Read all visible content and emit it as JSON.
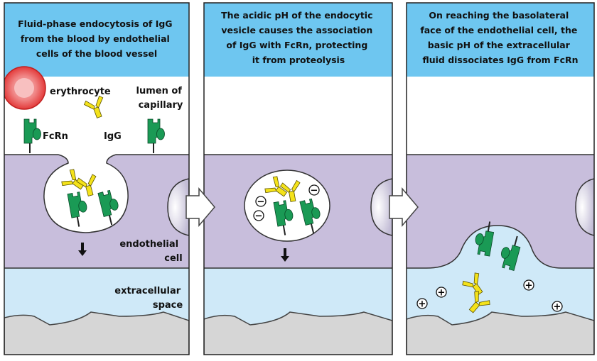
{
  "panels": [
    {
      "header_lines": [
        "Fluid-phase endocytosis of IgG",
        "from the blood by endothelial",
        "cells of the blood vessel"
      ]
    },
    {
      "header_lines": [
        "The acidic pH of the endocytic",
        "vesicle causes the association",
        "of IgG with FcRn, protecting",
        "it from proteolysis"
      ]
    },
    {
      "header_lines": [
        "On reaching the basolateral",
        "face of the endothelial cell, the",
        "basic pH of the extracellular",
        "fluid dissociates IgG from FcRn"
      ]
    }
  ],
  "labels": {
    "erythrocyte": "erythrocyte",
    "lumen_line1": "lumen of",
    "lumen_line2": "capillary",
    "fcrn": "FcRn",
    "igg": "IgG",
    "endothelial_line1": "endothelial",
    "endothelial_line2": "cell",
    "extracellular_line1": "extracellular",
    "extracellular_line2": "space"
  },
  "symbols": {
    "minus": "−",
    "plus": "+"
  },
  "colors": {
    "header_bg": "#6ec6f0",
    "lumen_bg": "#ffffff",
    "cell_bg": "#c8bedc",
    "extracellular_bg": "#cfe9f8",
    "tissue_bg": "#d6d6d6",
    "fcrn": "#1a9a55",
    "igg": "#f4e21a",
    "erythrocyte": "#e33a3a",
    "arrow_bg": "#ffffff"
  },
  "icons": {
    "fcrn": "fcrn-receptor-icon",
    "igg": "igg-antibody-icon",
    "erythrocyte": "erythrocyte-icon",
    "down_arrow": "down-arrow-icon",
    "next_arrow": "next-step-arrow-icon"
  }
}
